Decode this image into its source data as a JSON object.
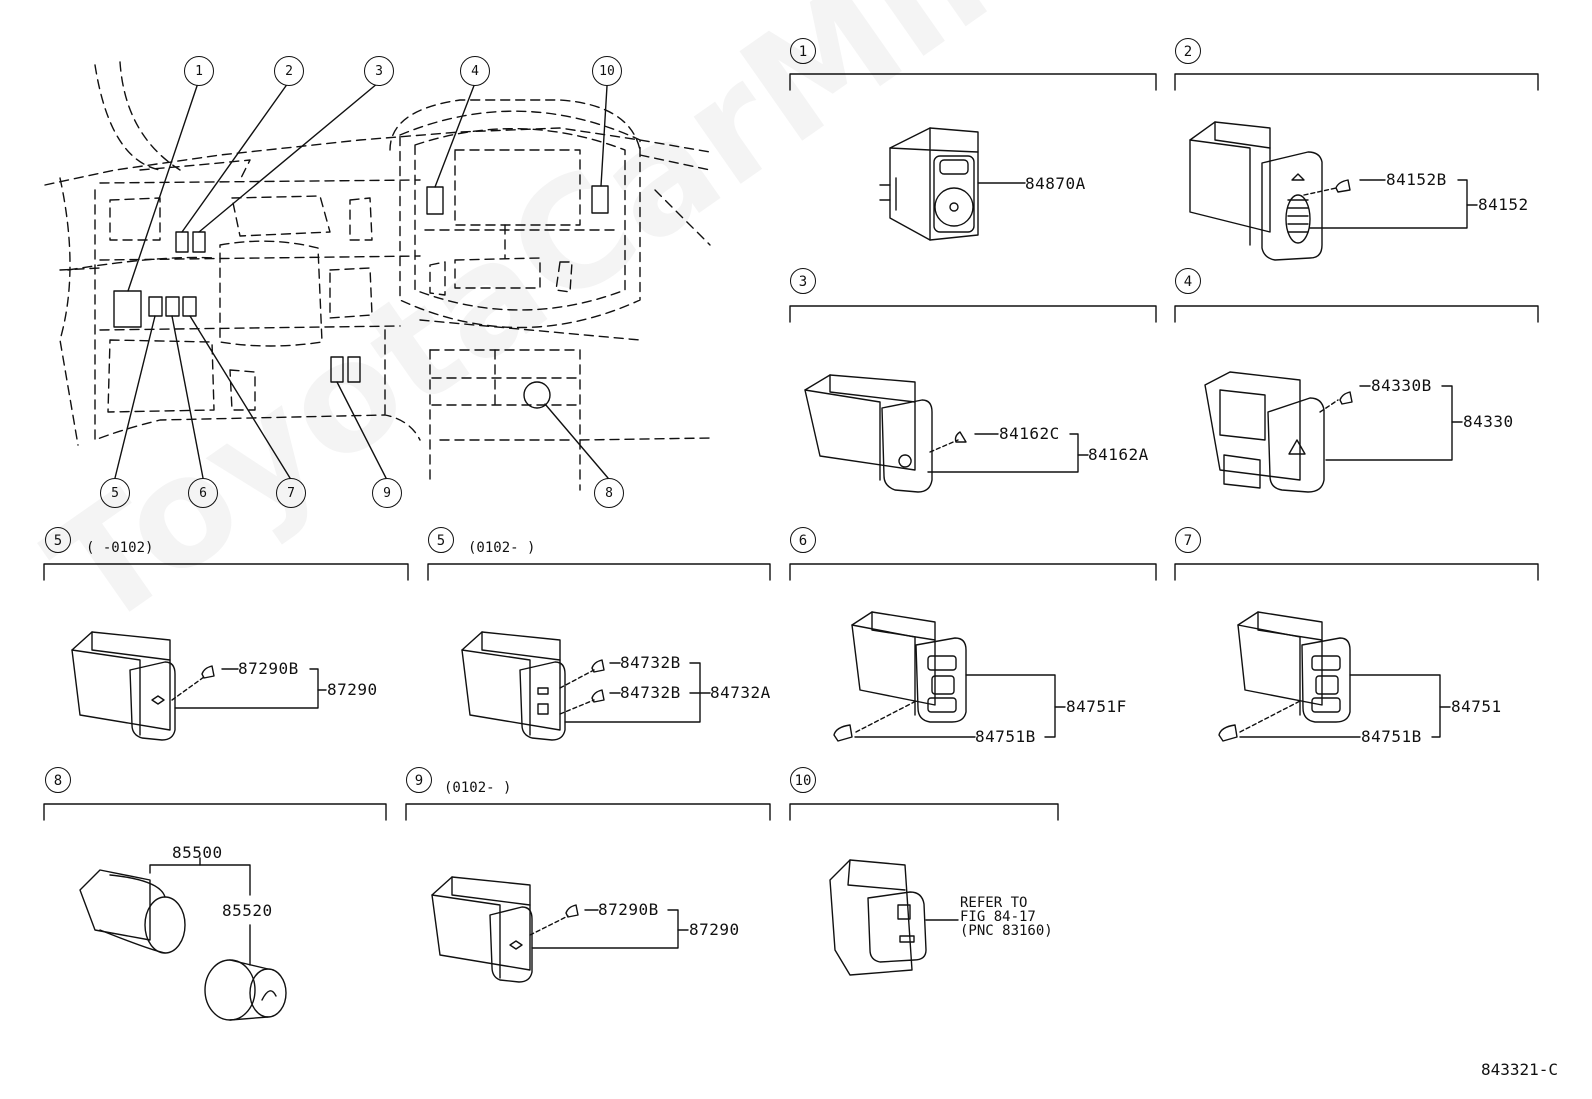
{
  "watermark": "ToyotaCarMiner.ru",
  "figure_code": "843321-C",
  "overview_callouts": [
    "1",
    "2",
    "3",
    "4",
    "10",
    "5",
    "6",
    "7",
    "9",
    "8"
  ],
  "panels": {
    "p1": {
      "num": "1",
      "parts": {
        "main": "84870A"
      }
    },
    "p2": {
      "num": "2",
      "parts": {
        "sub": "84152B",
        "main": "84152"
      }
    },
    "p3": {
      "num": "3",
      "parts": {
        "sub": "84162C",
        "main": "84162A"
      }
    },
    "p4": {
      "num": "4",
      "parts": {
        "sub": "84330B",
        "main": "84330"
      }
    },
    "p5a": {
      "num": "5",
      "range": "(      -0102)",
      "parts": {
        "sub": "87290B",
        "main": "87290"
      }
    },
    "p5b": {
      "num": "5",
      "range": "(0102-      )",
      "parts": {
        "sub1": "84732B",
        "sub2": "84732B",
        "main": "84732A"
      }
    },
    "p6": {
      "num": "6",
      "parts": {
        "main": "84751F",
        "sub": "84751B"
      }
    },
    "p7": {
      "num": "7",
      "parts": {
        "main": "84751",
        "sub": "84751B"
      }
    },
    "p8": {
      "num": "8",
      "parts": {
        "main": "85500",
        "sub": "85520"
      }
    },
    "p9": {
      "num": "9",
      "range": "(0102-      )",
      "parts": {
        "sub": "87290B",
        "main": "87290"
      }
    },
    "p10": {
      "num": "10",
      "note": "REFER TO\nFIG 84-17\n(PNC 83160)"
    }
  }
}
